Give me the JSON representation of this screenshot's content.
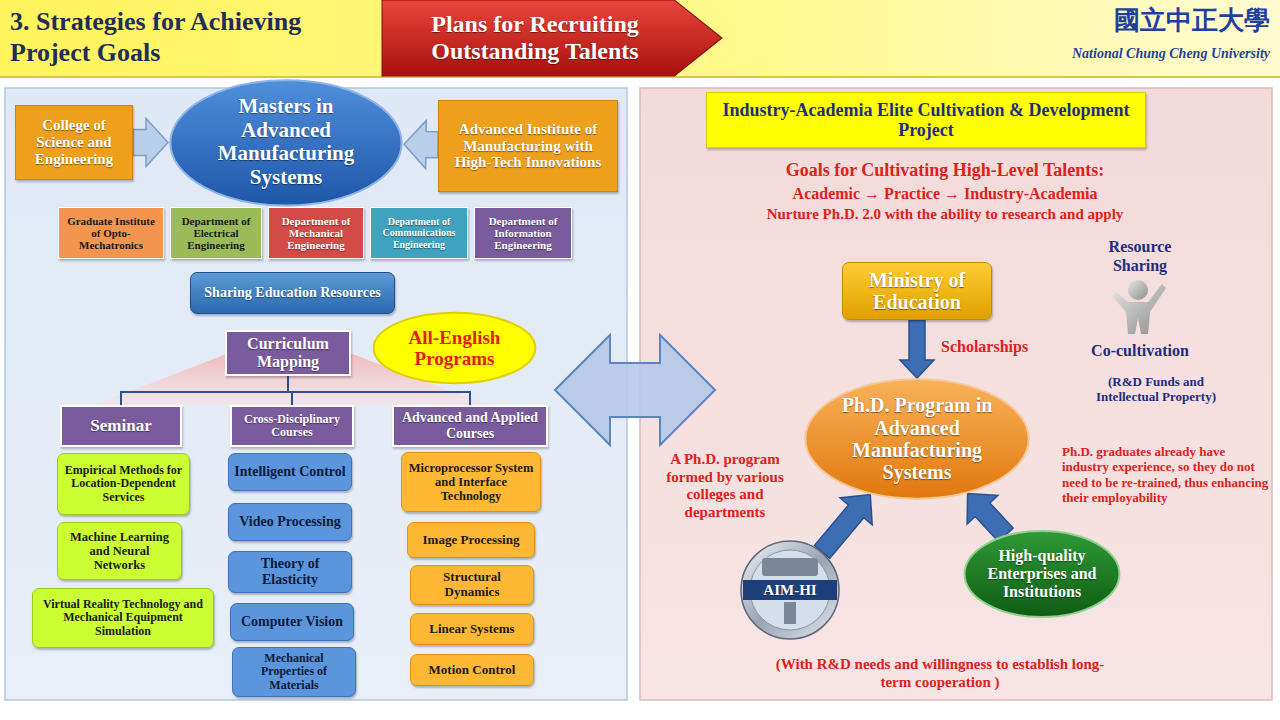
{
  "diagram": {
    "title": "3. Strategies for Achieving Project Goals",
    "nodes": [
      {
        "text": [
          "Plans for Recruiting Outstanding Talents"
        ]
      },
      {
        "text": [
          "College of Science and Engineering"
        ]
      },
      {
        "text": [
          "Masters in Advanced Manufacturing Systems"
        ]
      },
      {
        "text": [
          "Advanced Institute of Manufacturing with High-Tech Innovations"
        ]
      },
      {
        "text": [
          "Graduate Institute of Opto-Mechatronics"
        ]
      },
      {
        "text": [
          "Department of Electrical Engineering"
        ]
      },
      {
        "text": [
          "Department of Mechanical Engineering"
        ]
      },
      {
        "text": [
          "Department of Communications Engineering"
        ]
      },
      {
        "text": [
          "Department of Information Engineering"
        ]
      },
      {
        "text": [
          "Sharing Education Resources"
        ]
      },
      {
        "text": [
          "Curriculum Mapping"
        ]
      },
      {
        "text": [
          "All-English Programs"
        ]
      },
      {
        "text": [
          "Seminar"
        ]
      },
      {
        "text": [
          "Cross-Disciplinary Courses"
        ]
      },
      {
        "text": [
          "Advanced and Applied Courses"
        ]
      },
      {
        "text": [
          "Empirical Methods for Location-Dependent Services"
        ]
      },
      {
        "text": [
          "Machine Learning and Neural Networks"
        ]
      },
      {
        "text": [
          "Virtual Reality Technology and Mechanical Equipment Simulation"
        ]
      },
      {
        "text": [
          "Intelligent Control"
        ]
      },
      {
        "text": [
          "Video Processing"
        ]
      },
      {
        "text": [
          "Theory of Elasticity"
        ]
      },
      {
        "text": [
          "Computer Vision"
        ]
      },
      {
        "text": [
          "Mechanical Properties of Materials"
        ]
      },
      {
        "text": [
          "Microprocessor System and Interface Technology"
        ]
      },
      {
        "text": [
          "Image Processing"
        ]
      },
      {
        "text": [
          "Structural Dynamics"
        ]
      },
      {
        "text": [
          "Linear Systems"
        ]
      },
      {
        "text": [
          "Motion Control"
        ]
      },
      {
        "text": [
          "Industry-Academia Elite Cultivation & Development Project"
        ]
      },
      {
        "text": [
          "Ministry of Education"
        ]
      },
      {
        "text": [
          "Ph.D. Program in Advanced Manufacturing Systems"
        ]
      },
      {
        "text": [
          "AIM-HI"
        ]
      },
      {
        "text": [
          "High-quality Enterprises and Institutions"
        ]
      }
    ],
    "edges": [
      {
        "from": 1,
        "to": 2,
        "arrow": "to"
      },
      {
        "from": 3,
        "to": 2,
        "arrow": "to"
      },
      {
        "from": 10,
        "to": 12,
        "arrow": "none"
      },
      {
        "from": 10,
        "to": 13,
        "arrow": "none"
      },
      {
        "from": 10,
        "to": 14,
        "arrow": "none"
      },
      {
        "from": 29,
        "to": 30,
        "label": "Scholarships",
        "arrow": "to"
      },
      {
        "from": 31,
        "to": 30,
        "arrow": "to"
      },
      {
        "from": 32,
        "to": 30,
        "arrow": "to"
      }
    ],
    "labels": [
      "Goals for Cultivating High-Level Talents:",
      "Academic → Practice → Industry-Academia",
      "Nurture Ph.D. 2.0 with the ability to research and apply",
      "Resource Sharing",
      "Co-cultivation",
      "(R&D Funds and Intellectual Property)",
      "A Ph.D. program formed by various colleges and departments",
      "Ph.D. graduates already have industry experience, so they do not need to be re-trained, thus enhancing their employability",
      "(With R&D needs and willingness to establish long-term cooperation )",
      "國立中正大學",
      "National Chung Cheng University"
    ]
  }
}
